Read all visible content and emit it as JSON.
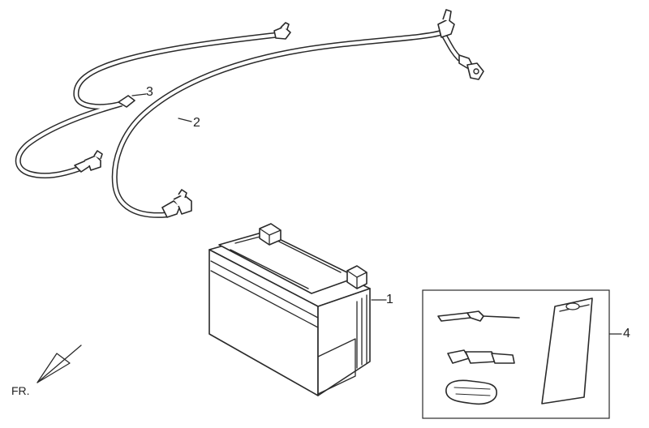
{
  "diagram": {
    "callouts": [
      {
        "id": "1",
        "label": "1"
      },
      {
        "id": "2",
        "label": "2"
      },
      {
        "id": "3",
        "label": "3"
      },
      {
        "id": "4",
        "label": "4"
      }
    ],
    "direction_label": "FR."
  },
  "colors": {
    "line": "#2a2a2a",
    "background": "#ffffff"
  }
}
